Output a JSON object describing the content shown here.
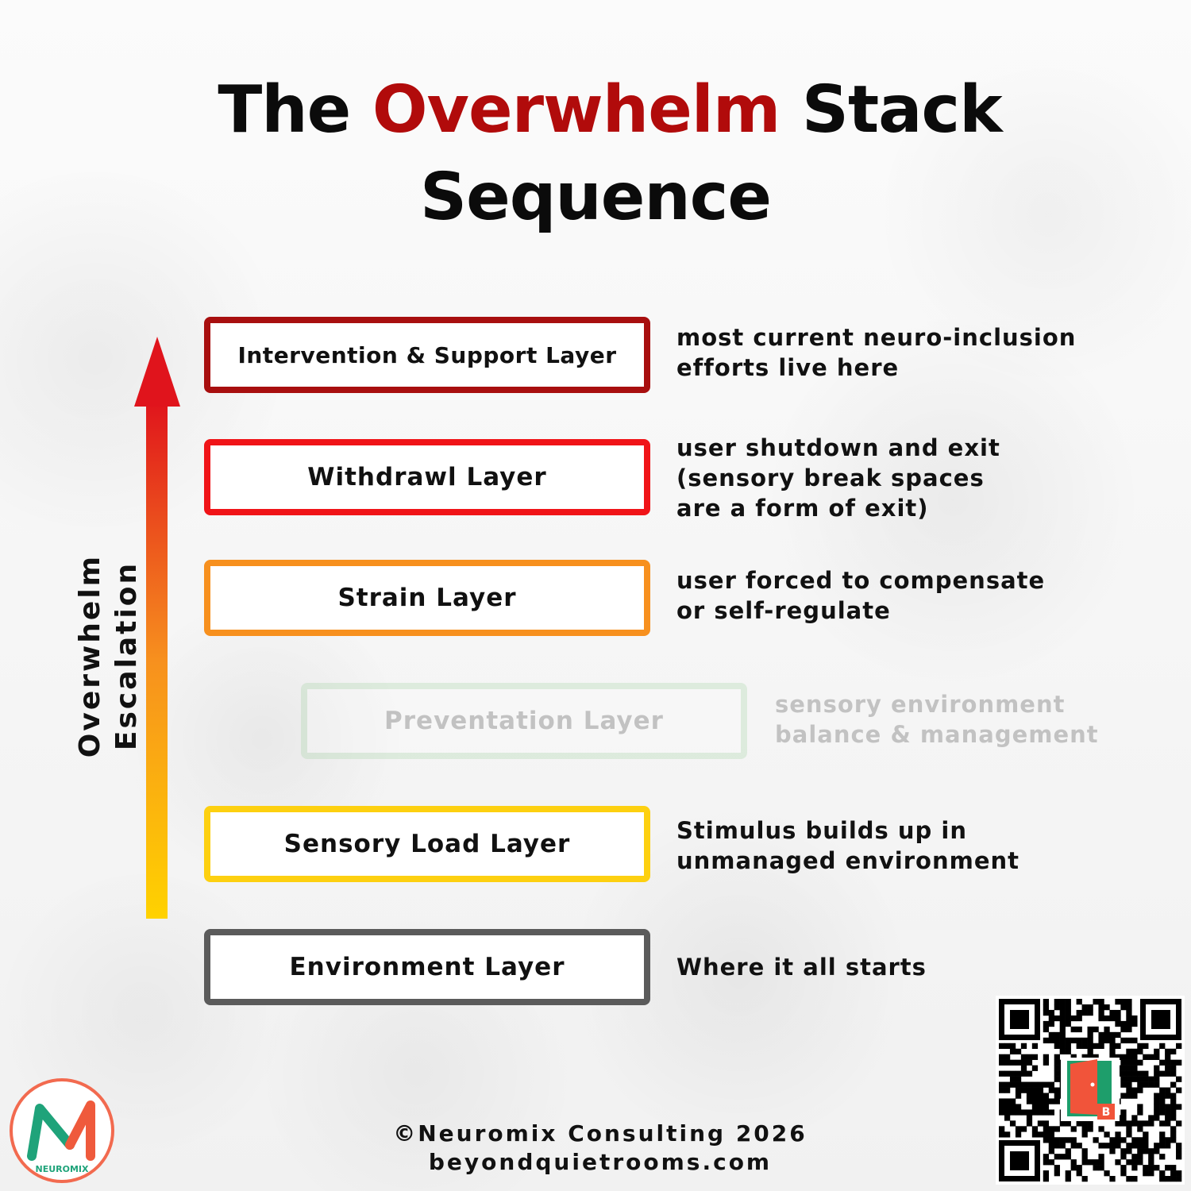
{
  "title": {
    "line1_prefix": "The ",
    "line1_accent": "Overwhelm",
    "line1_suffix": " Stack",
    "line2": "Sequence"
  },
  "axis": {
    "label_line1": "Overwhelm",
    "label_line2": "Escalation"
  },
  "layers": [
    {
      "label": "Intervention & Support Layer",
      "color": "#a80f0f",
      "description": [
        "most current neuro-inclusion",
        "efforts live here"
      ]
    },
    {
      "label": "Withdrawl Layer",
      "color": "#f01418",
      "description": [
        "user shutdown and exit",
        "(sensory break spaces",
        "are a form of exit)"
      ]
    },
    {
      "label": "Strain Layer",
      "color": "#f7901e",
      "description": [
        "user forced to compensate",
        "or self-regulate"
      ]
    },
    {
      "label": "Preventation Layer",
      "color": "#8bc98b",
      "faded": true,
      "description": [
        "sensory environment",
        "balance & management"
      ]
    },
    {
      "label": "Sensory Load Layer",
      "color": "#fdd010",
      "description": [
        "Stimulus builds up in",
        "unmanaged environment"
      ]
    },
    {
      "label": "Environment Layer",
      "color": "#5b5b5b",
      "description": [
        "Where it all starts"
      ]
    }
  ],
  "arrow": {
    "color_top": "#e0141c",
    "color_bottom": "#ffd200"
  },
  "footer": {
    "copyright": "©Neuromix Consulting 2026",
    "website": "beyondquietrooms.com"
  },
  "logo": {
    "text": "NEUROMIX",
    "ring_color": "#f26a4f",
    "mark_color_left": "#1fa37a",
    "mark_color_right": "#ef5a3c"
  },
  "qr": {
    "icon": "qr-code-icon",
    "center_badge_letter": "B",
    "center_door_color": "#f1543a",
    "center_frame_color": "#1e9e6b"
  }
}
